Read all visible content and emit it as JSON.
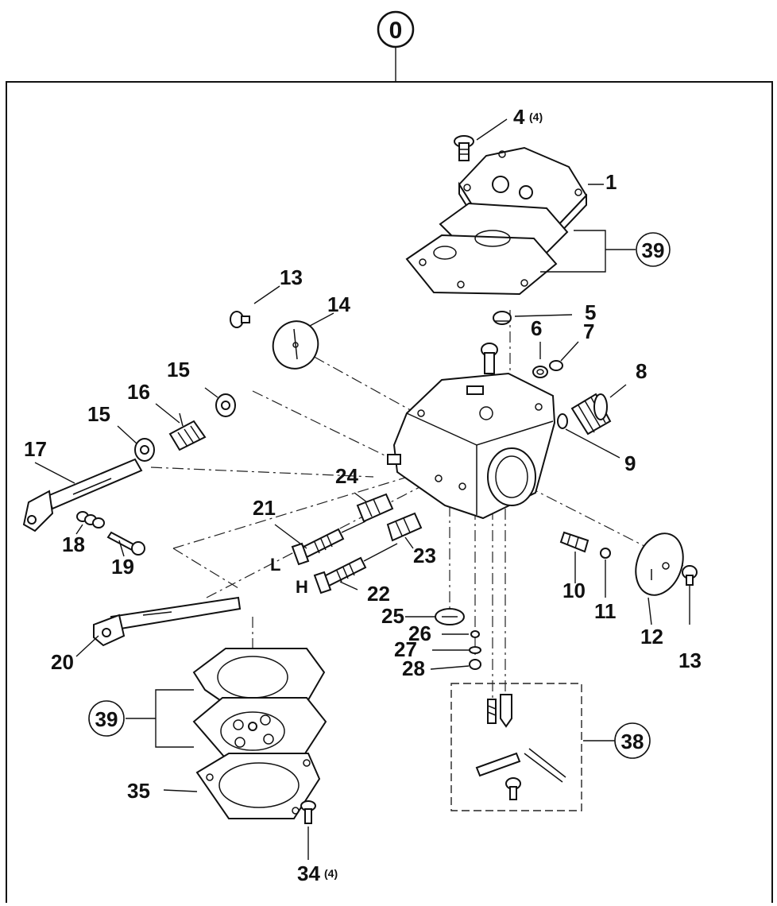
{
  "assembly_label": "0",
  "labels": {
    "p1": "1",
    "p4": "4",
    "p4_qty": "(4)",
    "p5": "5",
    "p6": "6",
    "p7": "7",
    "p8": "8",
    "p9": "9",
    "p10": "10",
    "p11": "11",
    "p12": "12",
    "p13a": "13",
    "p13b": "13",
    "p14": "14",
    "p15a": "15",
    "p15b": "15",
    "p16": "16",
    "p17": "17",
    "p18": "18",
    "p19": "19",
    "p20": "20",
    "p21": "21",
    "p22": "22",
    "p23": "23",
    "p24": "24",
    "p25": "25",
    "p26": "26",
    "p27": "27",
    "p28": "28",
    "p34": "34",
    "p34_qty": "(4)",
    "p35": "35",
    "p38": "38",
    "p39a": "39",
    "p39b": "39",
    "needle_l": "L",
    "needle_h": "H"
  },
  "icons": {
    "assembly_circle": "circle-badge",
    "kit_circle": "circle-badge"
  }
}
